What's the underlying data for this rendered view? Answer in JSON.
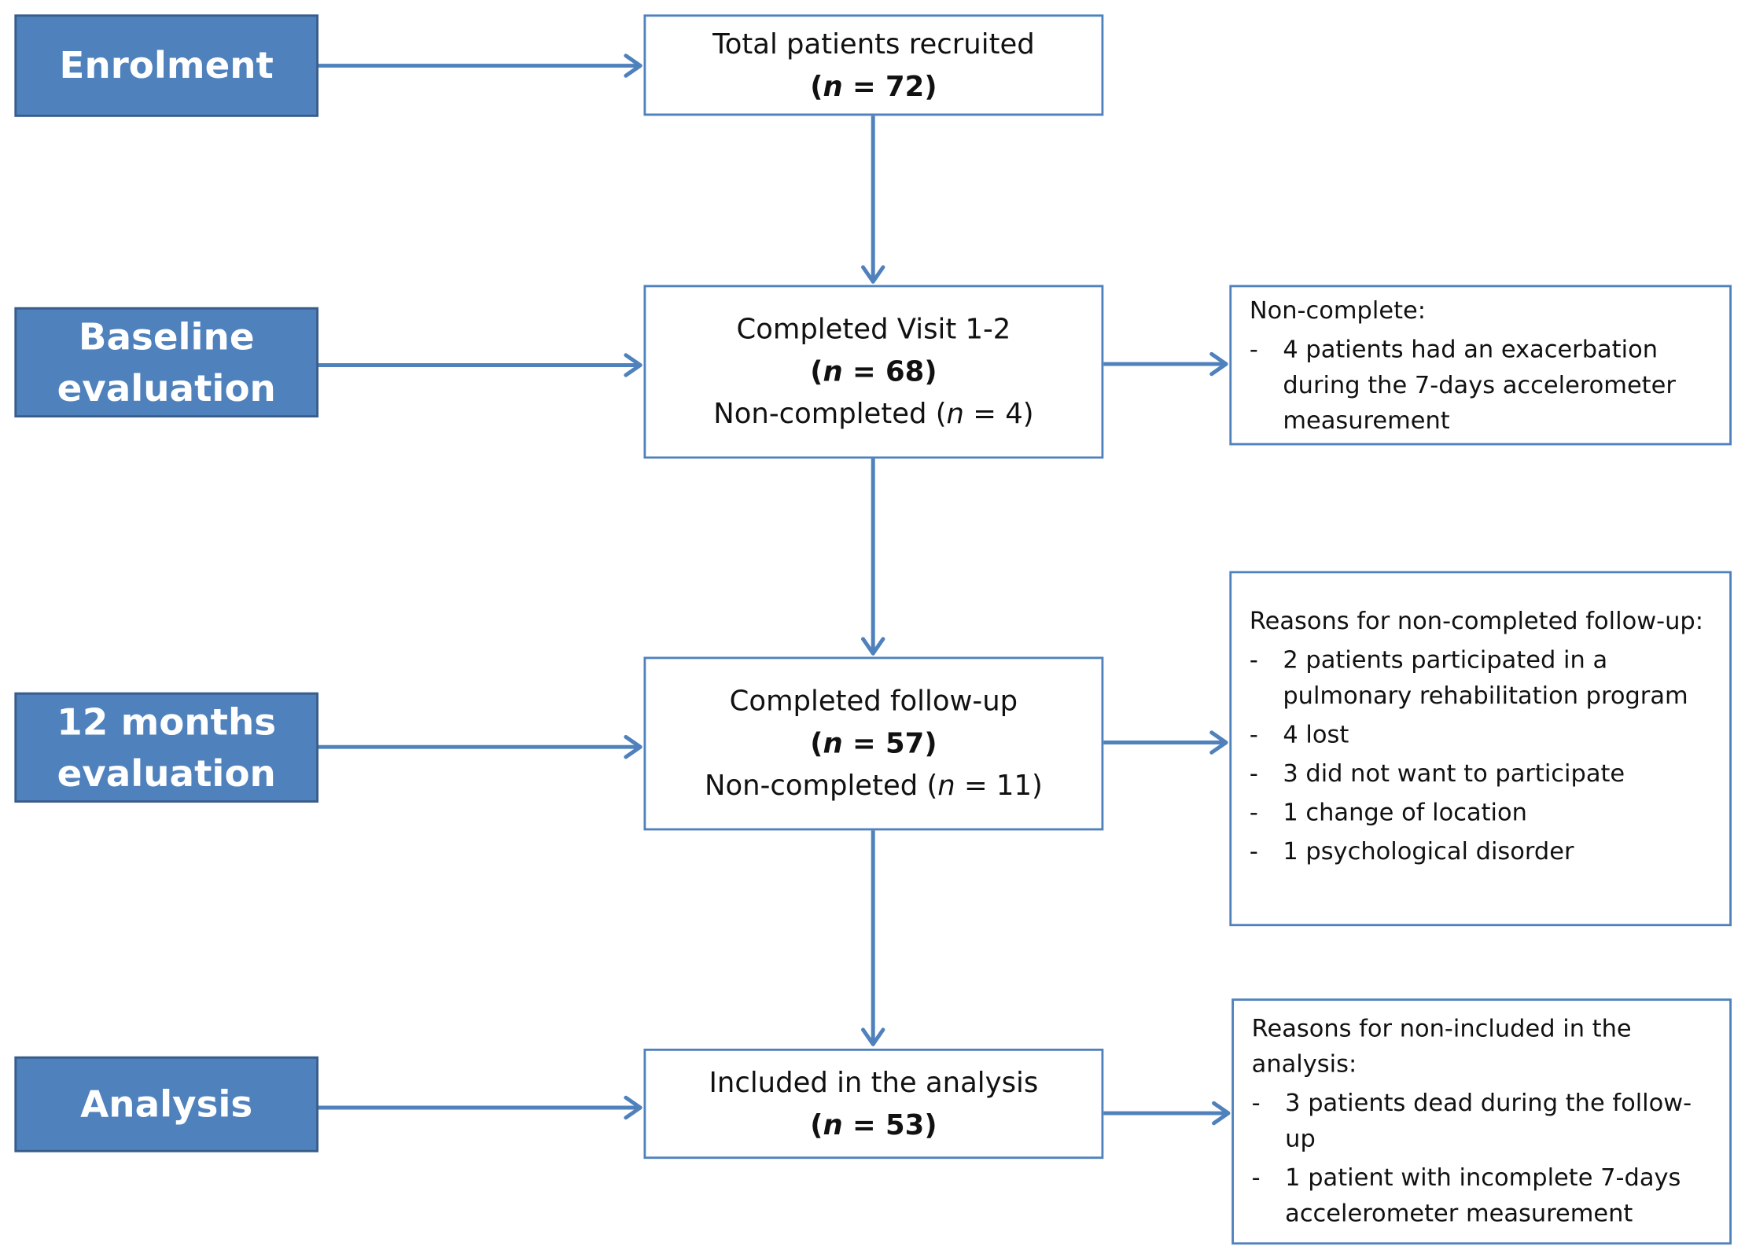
{
  "phases": {
    "enrolment": "Enrolment",
    "baseline": "Baseline evaluation",
    "twelve_months": "12 months evaluation",
    "analysis": "Analysis"
  },
  "nodes": {
    "recruited": {
      "title": "Total patients recruited",
      "n_label": "n",
      "n_value": "= 72"
    },
    "visit": {
      "title": "Completed Visit 1-2",
      "n_label": "n",
      "n_value": "= 68",
      "non_prefix": "Non-completed (",
      "non_label": "n",
      "non_value": "= 4)"
    },
    "followup": {
      "title": "Completed follow-up",
      "n_label": "n",
      "n_value": "= 57",
      "non_prefix": "Non-completed (",
      "non_label": "n",
      "non_value": "= 11)"
    },
    "analysis": {
      "title": "Included in the analysis",
      "n_label": "n",
      "n_value": "= 53"
    }
  },
  "notes": {
    "noncomplete": {
      "heading": "Non-complete:",
      "items": [
        "4 patients had an exacerbation during the 7-days accelerometer measurement"
      ]
    },
    "followup_reasons": {
      "heading": "Reasons for non-completed follow-up:",
      "items": [
        "2 patients participated in a pulmonary rehabilitation program",
        "4 lost",
        "3 did not want to participate",
        "1 change of location",
        "1 psychological disorder"
      ]
    },
    "analysis_reasons": {
      "heading": "Reasons for non-included in the analysis:",
      "items": [
        "3 patients dead during the follow-up",
        "1 patient with incomplete 7-days accelerometer measurement"
      ]
    }
  },
  "colors": {
    "phase_fill": "#4f81bd",
    "phase_border": "#385d8a",
    "connector": "#4f81bd",
    "box_border": "#4f81bd"
  }
}
